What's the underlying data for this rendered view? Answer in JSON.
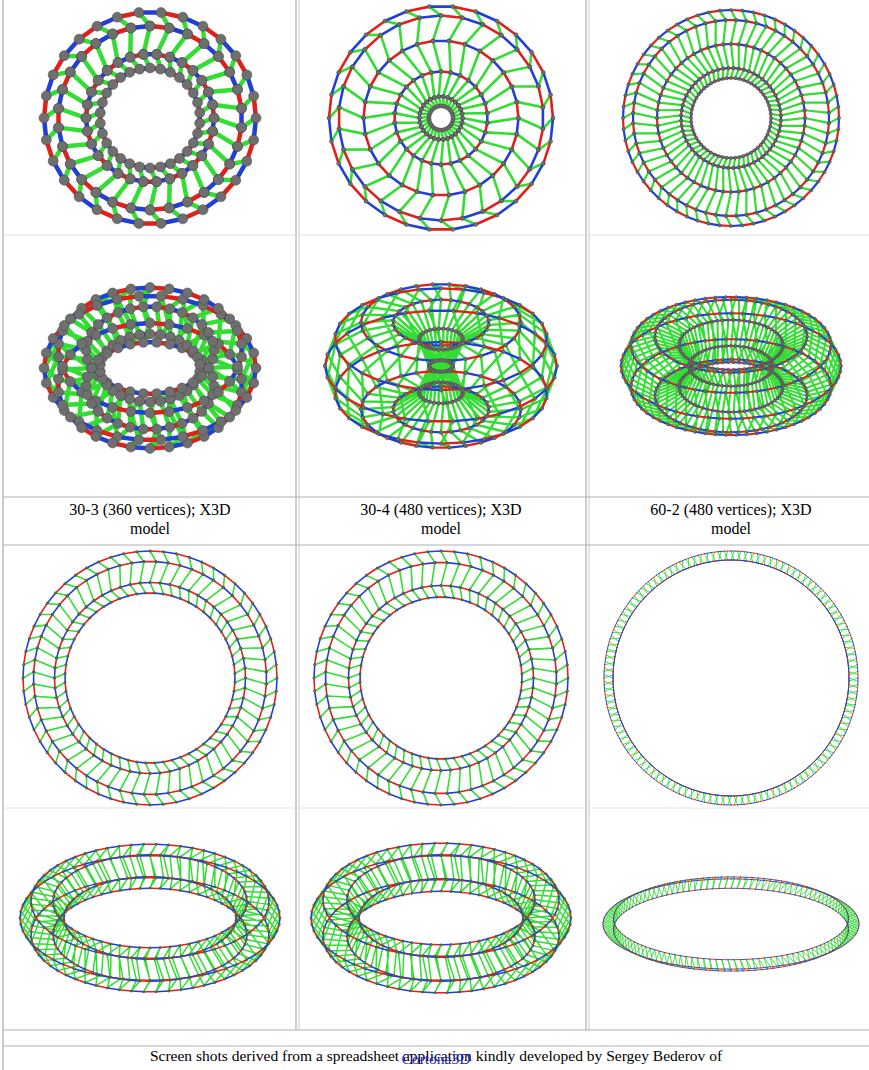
{
  "diagram": {
    "labels": [
      "30-3 (360 vertices); X3D model",
      "30-4 (480 vertices); X3D model",
      "60-2 (480 vertices); X3D model",
      "Screen shots derived from a spreadsheet application kindly developed by Sergey Bederov of",
      "Cortona3D"
    ]
  }
}
